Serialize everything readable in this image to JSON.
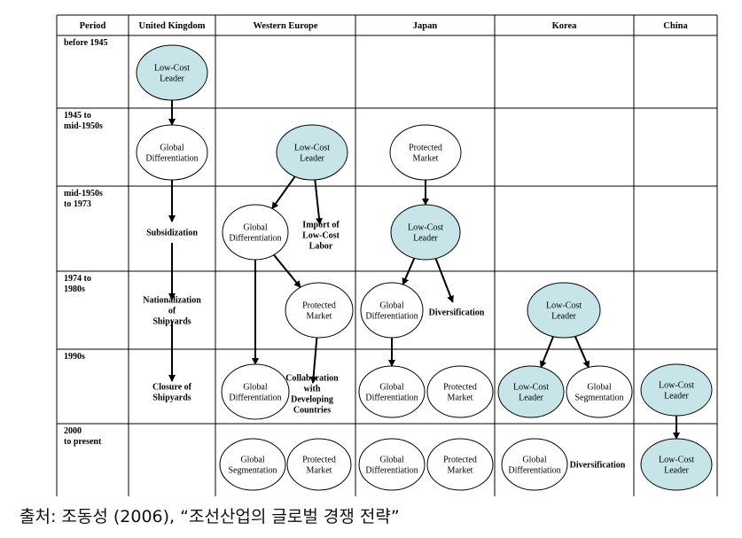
{
  "colors": {
    "leader_fill": "#c7e4e9",
    "plain_fill": "#ffffff",
    "grid": "#000000"
  },
  "headers": [
    "Period",
    "United Kingdom",
    "Western Europe",
    "Japan",
    "Korea",
    "China"
  ],
  "periods": [
    [
      "before 1945"
    ],
    [
      "1945 to",
      "mid-1950s"
    ],
    [
      "mid-1950s",
      "to 1973"
    ],
    [
      "1974 to",
      "1980s"
    ],
    [
      "1990s"
    ],
    [
      "2000",
      "to present"
    ]
  ],
  "nodes": [
    {
      "id": "uk1",
      "lines": [
        "Low-Cost",
        "Leader"
      ],
      "fill": "leader"
    },
    {
      "id": "uk2",
      "lines": [
        "Global",
        "Differentiation"
      ],
      "fill": "plain"
    },
    {
      "id": "uk3",
      "lines": [
        "Subsidization"
      ],
      "fill": "none"
    },
    {
      "id": "uk4",
      "lines": [
        "Nationalization",
        "of",
        "Shipyards"
      ],
      "fill": "none"
    },
    {
      "id": "uk5",
      "lines": [
        "Closure of",
        "Shipyards"
      ],
      "fill": "none"
    },
    {
      "id": "we1",
      "lines": [
        "Low-Cost",
        "Leader"
      ],
      "fill": "leader"
    },
    {
      "id": "we2",
      "lines": [
        "Global",
        "Differentiation"
      ],
      "fill": "plain"
    },
    {
      "id": "we3",
      "lines": [
        "Import of",
        "Low-Cost",
        "Labor"
      ],
      "fill": "none"
    },
    {
      "id": "we4",
      "lines": [
        "Protected",
        "Market"
      ],
      "fill": "plain"
    },
    {
      "id": "we5",
      "lines": [
        "Global",
        "Differentiation"
      ],
      "fill": "plain"
    },
    {
      "id": "we6",
      "lines": [
        "Collaboration",
        "with",
        "Developing",
        "Countries"
      ],
      "fill": "none"
    },
    {
      "id": "we7",
      "lines": [
        "Global",
        "Segmentation"
      ],
      "fill": "plain"
    },
    {
      "id": "we8",
      "lines": [
        "Protected",
        "Market"
      ],
      "fill": "plain"
    },
    {
      "id": "jp1",
      "lines": [
        "Protected",
        "Market"
      ],
      "fill": "plain"
    },
    {
      "id": "jp2",
      "lines": [
        "Low-Cost",
        "Leader"
      ],
      "fill": "leader"
    },
    {
      "id": "jp3",
      "lines": [
        "Global",
        "Differentiation"
      ],
      "fill": "plain"
    },
    {
      "id": "jp4",
      "lines": [
        "Diversification"
      ],
      "fill": "none"
    },
    {
      "id": "jp5",
      "lines": [
        "Global",
        "Differentiation"
      ],
      "fill": "plain"
    },
    {
      "id": "jp6",
      "lines": [
        "Protected",
        "Market"
      ],
      "fill": "plain"
    },
    {
      "id": "jp7",
      "lines": [
        "Global",
        "Differentiation"
      ],
      "fill": "plain"
    },
    {
      "id": "jp8",
      "lines": [
        "Protected",
        "Market"
      ],
      "fill": "plain"
    },
    {
      "id": "kr1",
      "lines": [
        "Low-Cost",
        "Leader"
      ],
      "fill": "leader"
    },
    {
      "id": "kr2",
      "lines": [
        "Low-Cost",
        "Leader"
      ],
      "fill": "leader"
    },
    {
      "id": "kr3",
      "lines": [
        "Global",
        "Segmentation"
      ],
      "fill": "plain"
    },
    {
      "id": "kr4",
      "lines": [
        "Global",
        "Differentiation"
      ],
      "fill": "plain"
    },
    {
      "id": "kr5",
      "lines": [
        "Diversification"
      ],
      "fill": "none"
    },
    {
      "id": "cn1",
      "lines": [
        "Low-Cost",
        "Leader"
      ],
      "fill": "leader"
    },
    {
      "id": "cn2",
      "lines": [
        "Low-Cost",
        "Leader"
      ],
      "fill": "leader"
    }
  ],
  "edges": [
    [
      "uk1",
      "uk2"
    ],
    [
      "uk2",
      "uk3"
    ],
    [
      "uk3",
      "uk4"
    ],
    [
      "uk4",
      "uk5"
    ],
    [
      "we1",
      "we2"
    ],
    [
      "we1",
      "we3"
    ],
    [
      "we2",
      "we4"
    ],
    [
      "we2",
      "we5"
    ],
    [
      "we4",
      "we6"
    ],
    [
      "jp1",
      "jp2"
    ],
    [
      "jp2",
      "jp3"
    ],
    [
      "jp2",
      "jp4"
    ],
    [
      "jp3",
      "jp5"
    ],
    [
      "kr1",
      "kr2"
    ],
    [
      "kr1",
      "kr3"
    ],
    [
      "cn1",
      "cn2"
    ]
  ],
  "caption": "출처: 조동성 (2006), “조선산업의 글로벌 경쟁 전략”"
}
